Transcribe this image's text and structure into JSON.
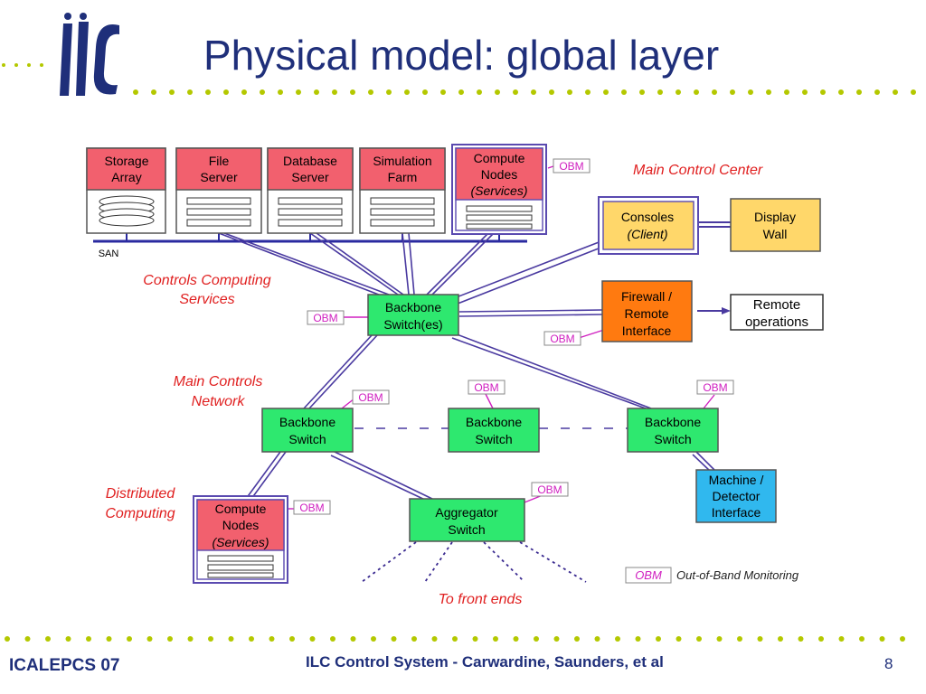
{
  "slide": {
    "title": "Physical model: global layer",
    "logo_text": "ilc",
    "footer_left": "ICALEPCS 07",
    "footer_center": "ILC Control System - Carwardine, Saunders, et al",
    "page_number": "8"
  },
  "colors": {
    "title_blue": "#1f2f7a",
    "server_red": "#f2606e",
    "switch_green": "#2ee86f",
    "console_yellow": "#ffd76a",
    "firewall_orange": "#ff7a10",
    "machine_blue": "#30b8ee",
    "annotation_red": "#e02020",
    "obm_magenta": "#d020c0",
    "link_purple": "#4a3aa0",
    "san_blue": "#2a2aa0",
    "dot_green": "#b4c800"
  },
  "diagram": {
    "servers": {
      "storage": [
        "Storage",
        "Array"
      ],
      "file": [
        "File",
        "Server"
      ],
      "database": [
        "Database",
        "Server"
      ],
      "simulation": [
        "Simulation",
        "Farm"
      ],
      "compute_top": [
        "Compute",
        "Nodes",
        "(Services)"
      ]
    },
    "san_label": "SAN",
    "main_control_center": "Main Control Center",
    "controls_computing_services": [
      "Controls Computing",
      "Services"
    ],
    "consoles": [
      "Consoles",
      "(Client)"
    ],
    "display_wall": [
      "Display",
      "Wall"
    ],
    "firewall": [
      "Firewall /",
      "Remote",
      "Interface"
    ],
    "remote_ops": [
      "Remote",
      "operations"
    ],
    "backbone_main": [
      "Backbone",
      "Switch(es)"
    ],
    "main_controls_network": [
      "Main Controls",
      "Network"
    ],
    "backbone_switch": [
      "Backbone",
      "Switch"
    ],
    "machine_detector": [
      "Machine /",
      "Detector",
      "Interface"
    ],
    "distributed_computing": [
      "Distributed",
      "Computing"
    ],
    "compute_bottom": [
      "Compute",
      "Nodes",
      "(Services)"
    ],
    "aggregator": [
      "Aggregator",
      "Switch"
    ],
    "to_front_ends": "To front ends",
    "obm": "OBM",
    "legend_text": "Out-of-Band Monitoring"
  }
}
